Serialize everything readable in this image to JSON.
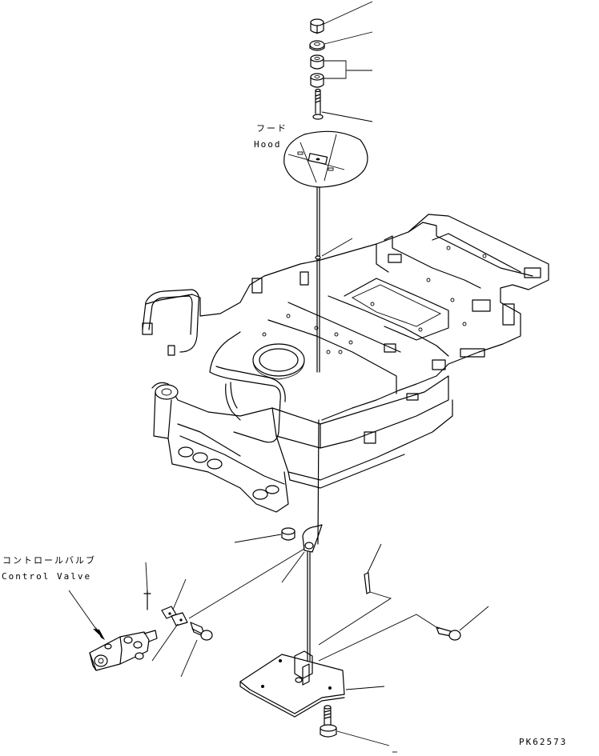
{
  "labels": {
    "hood_jp": "フード",
    "hood_en": "Hood",
    "valve_jp": "コントロールバルブ",
    "valve_en": "Control Valve",
    "drawing_no": "PK62573"
  },
  "colors": {
    "line": "#000000",
    "background": "#ffffff"
  }
}
